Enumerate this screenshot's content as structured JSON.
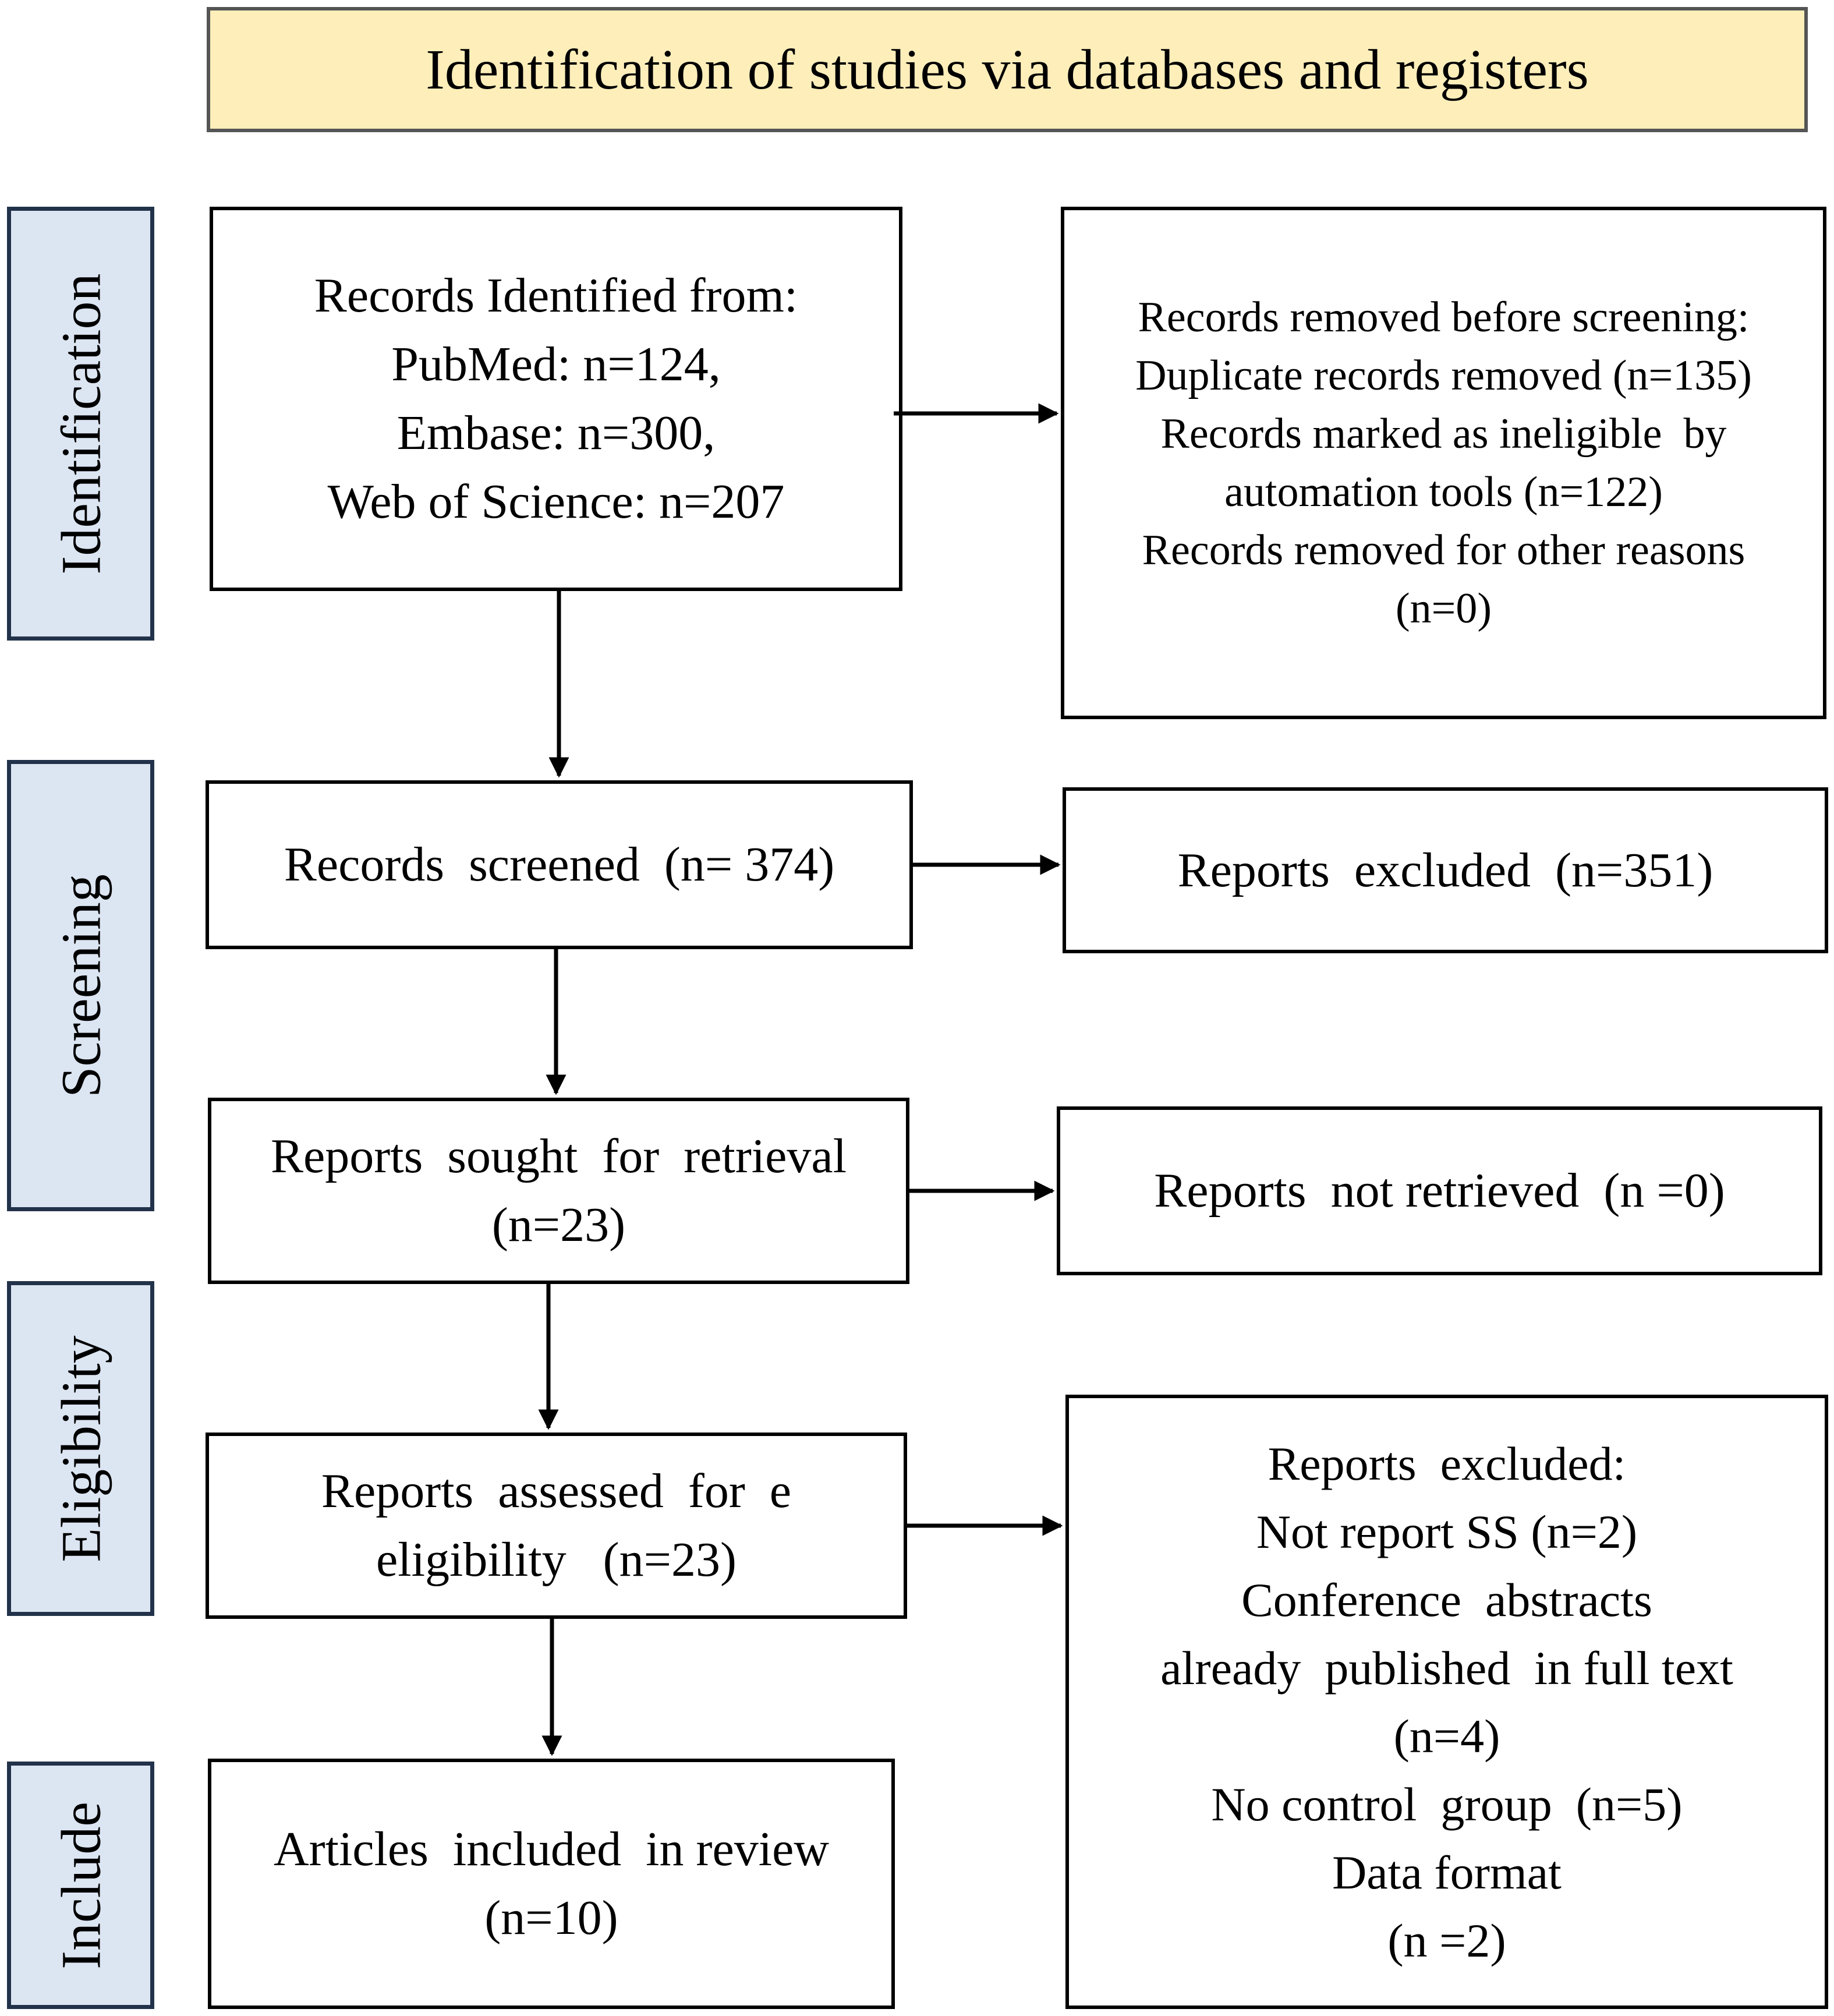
{
  "title": "Identification of studies via databases and registers",
  "phases": {
    "identification": "Identification",
    "screening": "Screening",
    "eligibility": "Eligibility",
    "include": "Include"
  },
  "boxes": {
    "records_identified": [
      "Records Identified from:",
      "PubMed: n=124,",
      "Embase: n=300,",
      "Web of Science: n=207"
    ],
    "records_removed": [
      "Records removed before screening:",
      "Duplicate records removed (n=135)",
      "Records marked as ineligible  by",
      "automation tools (n=122)",
      "Records removed for other reasons",
      "(n=0)"
    ],
    "records_screened": [
      "Records  screened  (n= 374)"
    ],
    "reports_excluded": [
      "Reports  excluded  (n=351)"
    ],
    "reports_sought": [
      "Reports  sought  for  retrieval",
      "(n=23)"
    ],
    "reports_not_retrieved": [
      "Reports  not retrieved  (n =0)"
    ],
    "reports_assessed": [
      "Reports  assessed  for  e",
      "eligibility   (n=23)"
    ],
    "reports_excluded_reasons": [
      "Reports  excluded:",
      "Not report SS (n=2)",
      "Conference  abstracts",
      "already  published  in full text",
      "(n=4)",
      "No control  group  (n=5)",
      "Data format",
      "(n =2)"
    ],
    "articles_included": [
      "Articles  included  in review",
      "(n=10)"
    ]
  }
}
